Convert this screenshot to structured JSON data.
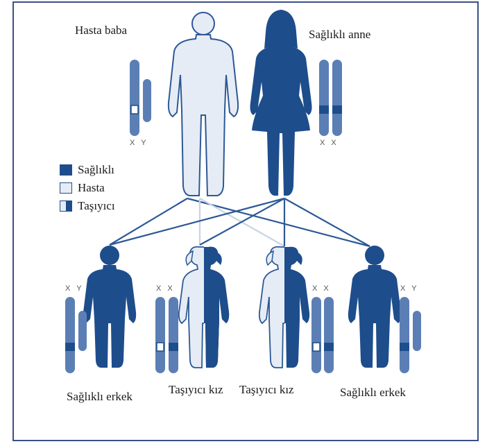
{
  "parents": {
    "father_label": "Hasta baba",
    "mother_label": "Sağlıklı anne"
  },
  "legend": {
    "healthy": "Sağlıklı",
    "affected": "Hasta",
    "carrier": "Taşıyıcı"
  },
  "children": {
    "son1_label": "Sağlıklı erkek",
    "daughter1_label": "Taşıyıcı kız",
    "daughter2_label": "Taşıyıcı kız",
    "son2_label": "Sağlıklı erkek"
  },
  "chromosome_labels": {
    "xy": "X Y",
    "xx": "X X"
  },
  "colors": {
    "healthy": "#1e4d8c",
    "affected": "#e6ecf5",
    "outline": "#2c5896",
    "border": "#3a4f86"
  }
}
